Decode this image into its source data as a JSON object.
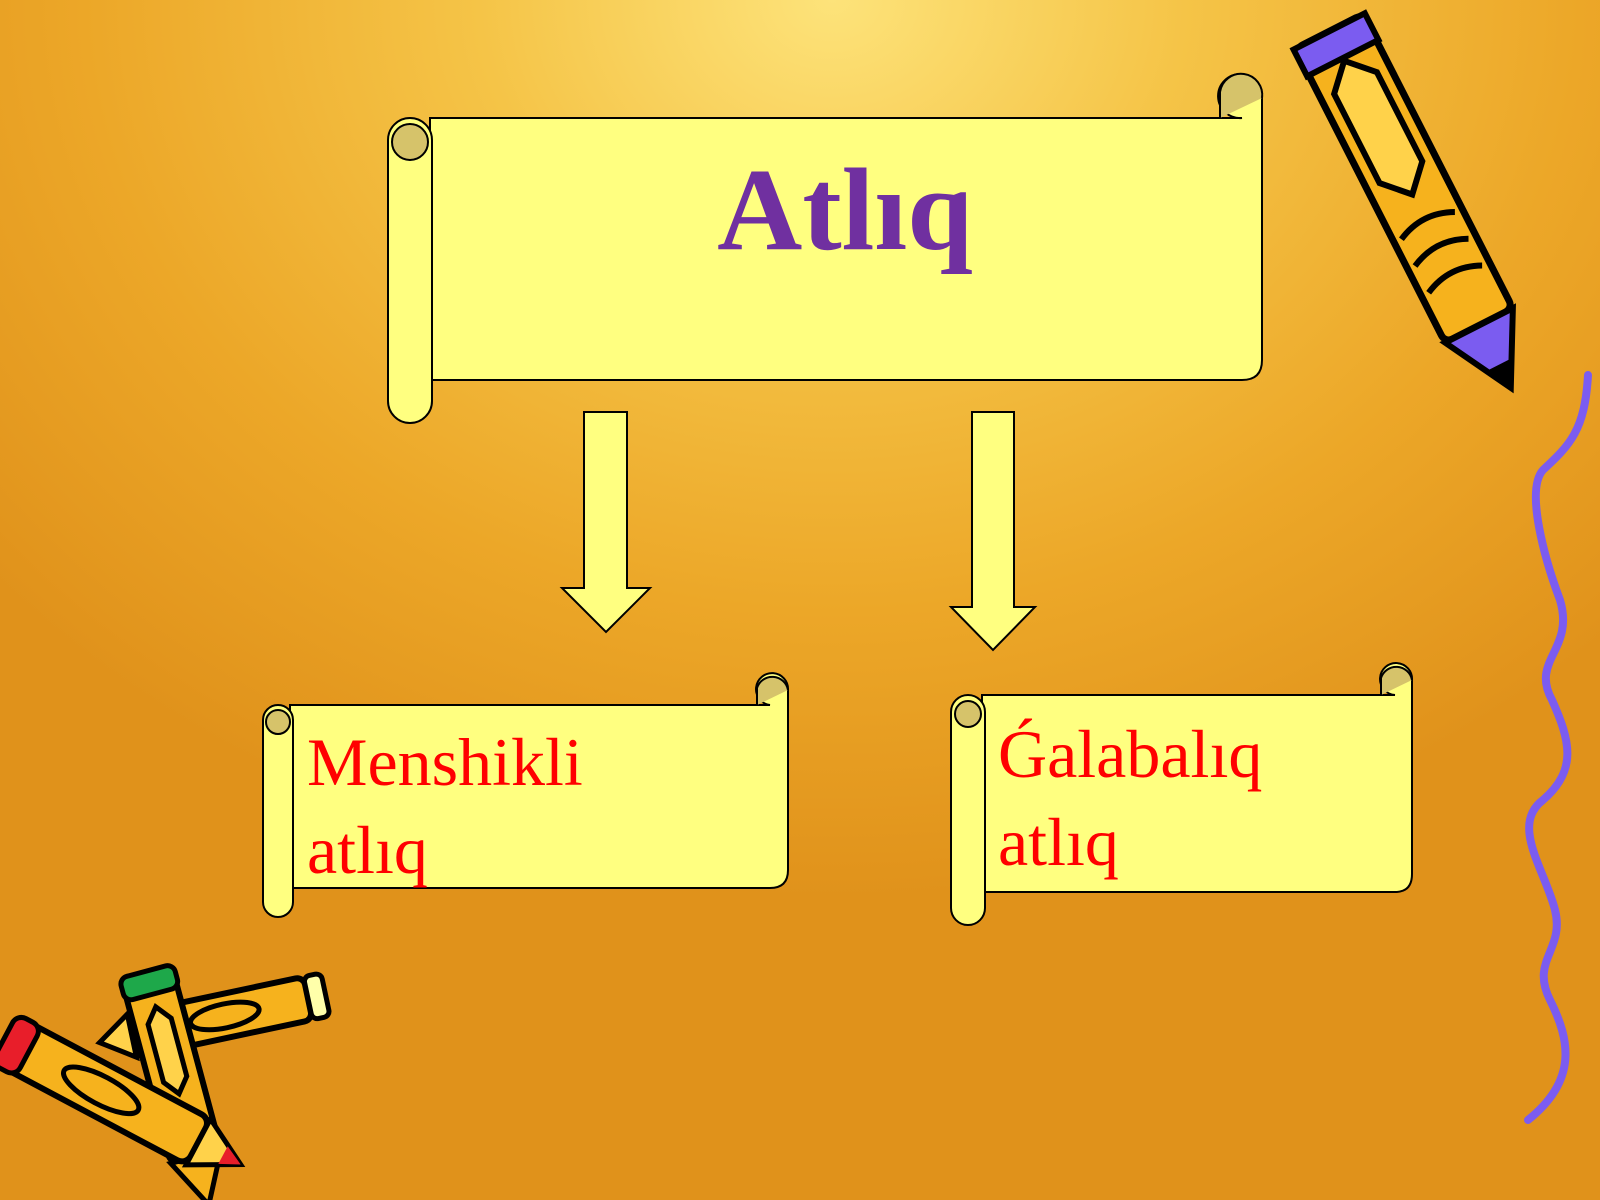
{
  "slide": {
    "title": "Atlıq",
    "branches": [
      {
        "line1": "Menshikli",
        "line2": "atlıq"
      },
      {
        "line1": "Ǵalabalıq",
        "line2": "atlıq"
      }
    ]
  },
  "colors": {
    "background": "#eca728",
    "scroll_fill": "#ffff80",
    "scroll_curl": "#d6c36a",
    "title": "#7030a0",
    "branch_text": "#ff0000",
    "decor_purple": "#7b5cf0"
  },
  "decorations": [
    "pencil-clipart",
    "crayons-clipart",
    "wavy-line"
  ]
}
